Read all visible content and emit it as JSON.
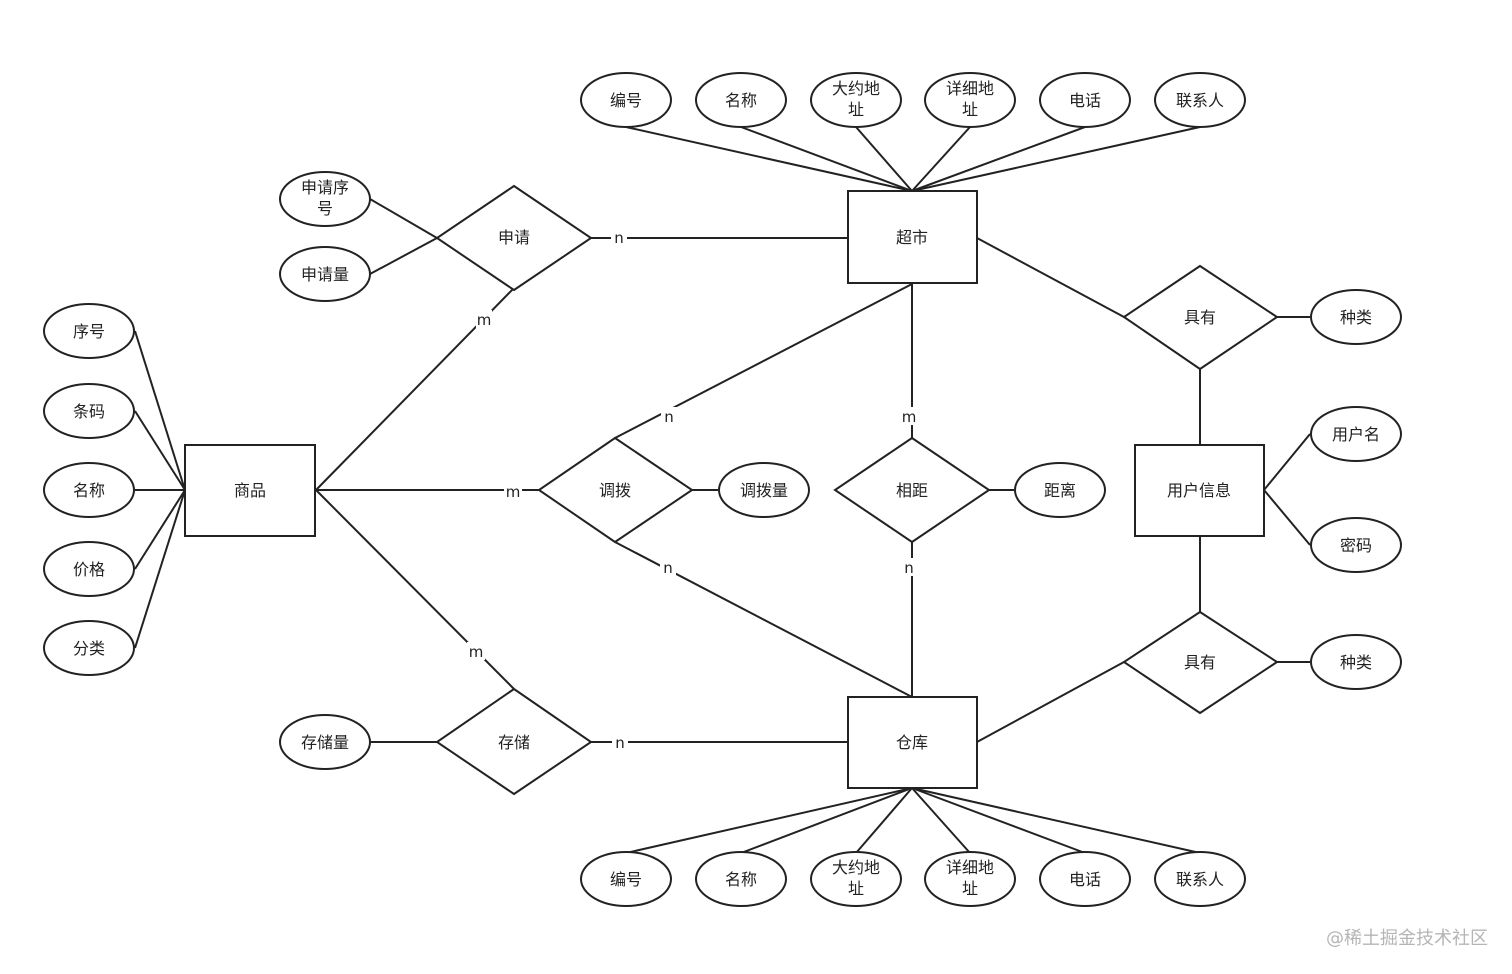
{
  "diagram": {
    "entities": {
      "goods": "商品",
      "supermarket": "超市",
      "warehouse": "仓库",
      "user_info": "用户信息"
    },
    "relations": {
      "apply": "申请",
      "allocate": "调拨",
      "distance": "相距",
      "store": "存储",
      "has_top": "具有",
      "has_bottom": "具有"
    },
    "attributes": {
      "goods_seq": "序号",
      "goods_barcode": "条码",
      "goods_name": "名称",
      "goods_price": "价格",
      "goods_category": "分类",
      "apply_seq_line1": "申请序",
      "apply_seq_line2": "号",
      "apply_qty": "申请量",
      "allocate_qty": "调拨量",
      "distance_val": "距离",
      "storage_qty": "存储量",
      "sm_id": "编号",
      "sm_name": "名称",
      "sm_addr_line1": "大约地",
      "sm_addr_line2": "址",
      "sm_detail_line1": "详细地",
      "sm_detail_line2": "址",
      "sm_phone": "电话",
      "sm_contact": "联系人",
      "wh_id": "编号",
      "wh_name": "名称",
      "wh_addr_line1": "大约地",
      "wh_addr_line2": "址",
      "wh_detail_line1": "详细地",
      "wh_detail_line2": "址",
      "wh_phone": "电话",
      "wh_contact": "联系人",
      "has_top_type": "种类",
      "has_bottom_type": "种类",
      "username": "用户名",
      "password": "密码"
    },
    "cardinalities": {
      "apply_sm": "n",
      "apply_goods": "m",
      "allocate_goods": "m",
      "allocate_sm": "n",
      "allocate_wh": "n",
      "distance_sm": "m",
      "distance_wh": "n",
      "store_goods": "m",
      "store_wh": "n"
    }
  },
  "watermark": "@稀土掘金技术社区"
}
